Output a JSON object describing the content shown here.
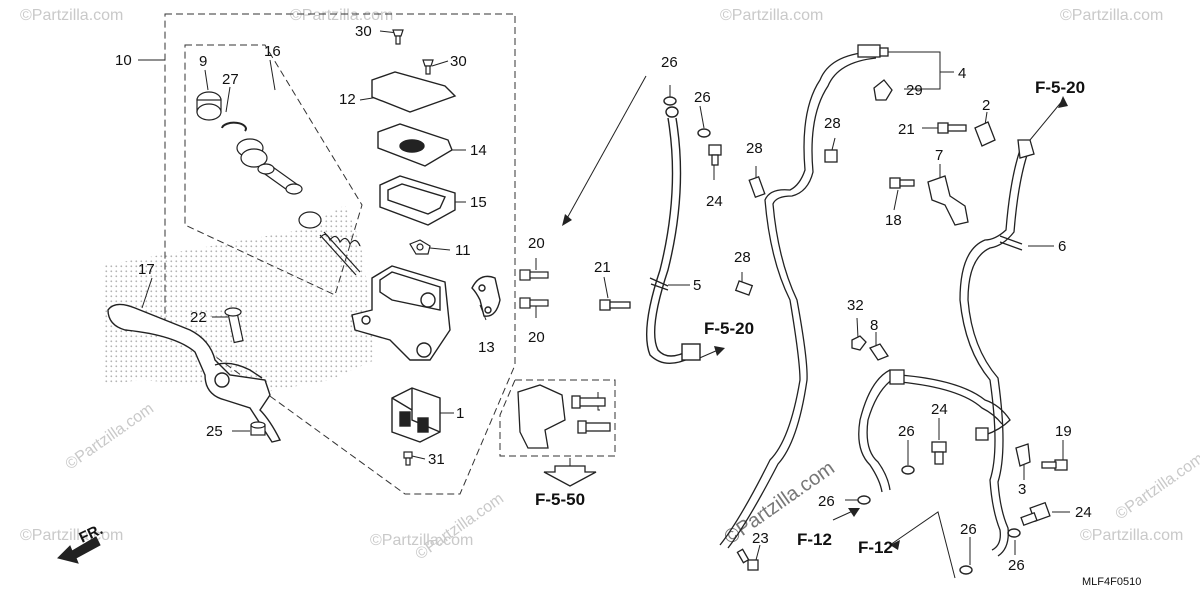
{
  "diagram": {
    "part_numbers": [
      "1",
      "2",
      "3",
      "4",
      "5",
      "6",
      "7",
      "8",
      "9",
      "10",
      "11",
      "12",
      "13",
      "14",
      "15",
      "16",
      "17",
      "18",
      "19",
      "20",
      "21",
      "22",
      "23",
      "24",
      "25",
      "26",
      "27",
      "28",
      "29",
      "30",
      "31",
      "32"
    ],
    "labels": {
      "n30a": "30",
      "n30b": "30",
      "n10": "10",
      "n16": "16",
      "n9": "9",
      "n27": "27",
      "n12": "12",
      "n14": "14",
      "n15": "15",
      "n11": "11",
      "n13": "13",
      "n1": "1",
      "n31": "31",
      "n17": "17",
      "n22": "22",
      "n25": "25",
      "n20a": "20",
      "n20b": "20",
      "n21a": "21",
      "n26a": "26",
      "n26b": "26",
      "n24a": "24",
      "n28a": "28",
      "n28b": "28",
      "n28c": "28",
      "n5": "5",
      "n4": "4",
      "n29": "29",
      "n2": "2",
      "n21b": "21",
      "n7": "7",
      "n18": "18",
      "n6": "6",
      "n32": "32",
      "n8": "8",
      "n24b": "24",
      "n26c": "26",
      "n19": "19",
      "n3": "3",
      "n26d": "26",
      "n24c": "24",
      "n23": "23",
      "n26e": "26",
      "n26f": "26"
    },
    "refs": {
      "f520_top": "F-5-20",
      "f520_mid": "F-5-20",
      "f550": "F-5-50",
      "f12a": "F-12",
      "f12b": "F-12"
    },
    "direction_label": "FR.",
    "diagram_code": "MLF4F0510",
    "watermark": "©Partzilla.com"
  }
}
